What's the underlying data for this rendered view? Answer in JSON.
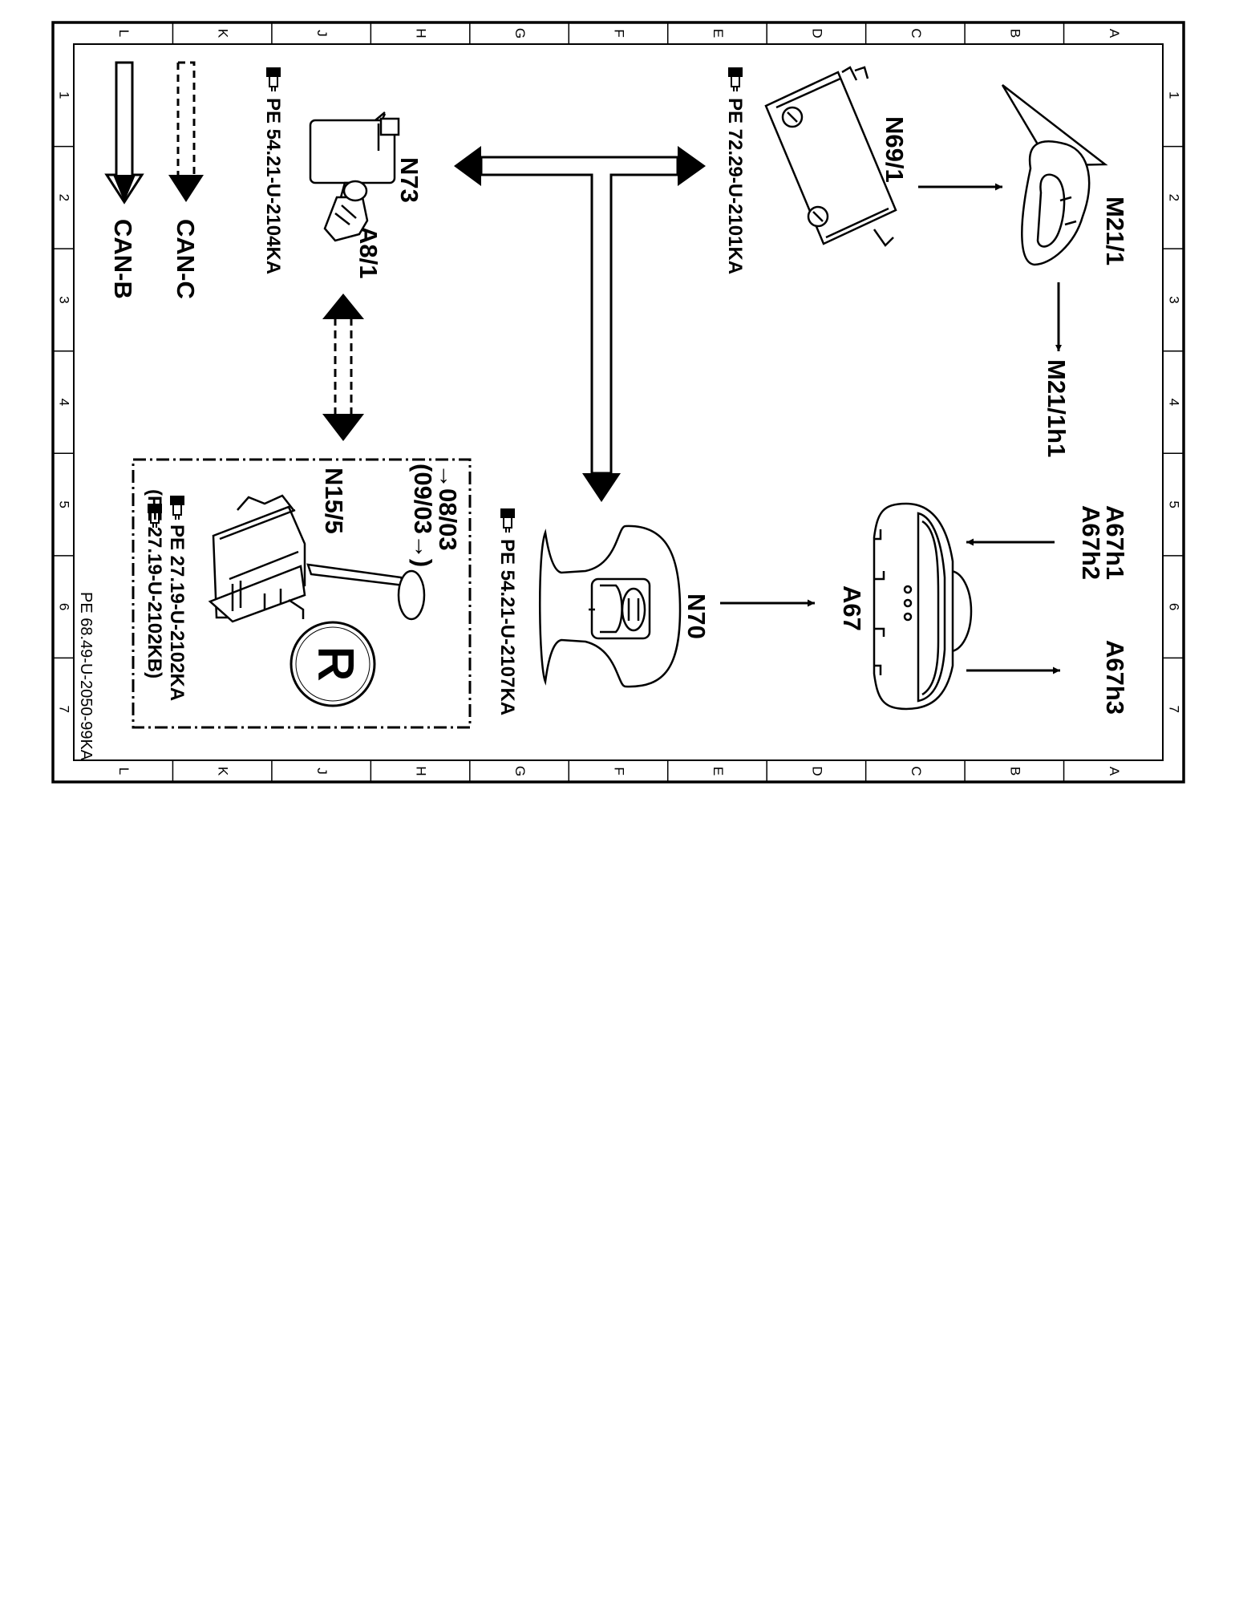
{
  "grid": {
    "columns": [
      "L",
      "K",
      "J",
      "H",
      "G",
      "F",
      "E",
      "D",
      "C",
      "B",
      "A"
    ],
    "rows": [
      "1",
      "2",
      "3",
      "4",
      "5",
      "6",
      "7"
    ]
  },
  "legend": {
    "can_c": "CAN-C",
    "can_b": "CAN-B"
  },
  "components": {
    "n73": "N73",
    "a8_1": "A8/1",
    "n73_ref": "PE 54.21-U-2104KA",
    "n69_1": "N69/1",
    "n69_1_ref": "PE 72.29-U-2101KA",
    "m21_1": "M21/1",
    "m21_1h1": "M21/1h1",
    "n15_5": "N15/5",
    "n15_5_date_a": "→08/03",
    "n15_5_date_b": "(09/03→)",
    "n15_5_ref_a": "PE 27.19-U-2102KA",
    "n15_5_ref_b": "(PE 27.19-U-2102KB)",
    "n70": "N70",
    "n70_ref": "PE 54.21-U-2107KA",
    "a67": "A67",
    "a67h1": "A67h1",
    "a67h2": "A67h2",
    "a67h3": "A67h3",
    "r_symbol": "R"
  },
  "document_id": "PE 68.49-U-2050-99KA"
}
